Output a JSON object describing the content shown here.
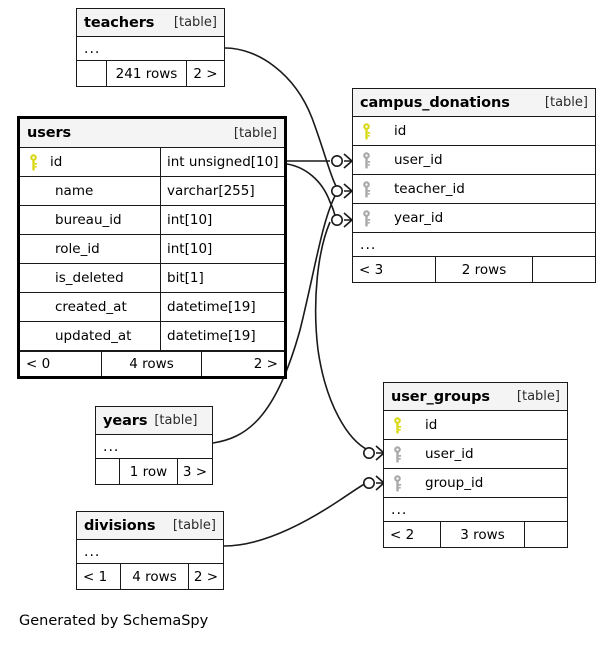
{
  "diagram": {
    "type": "entity-relationship-diagram",
    "generator_note": "Generated by SchemaSpy",
    "table_tag": "[table]",
    "ellipsis": "...",
    "key_color_primary": "#d9d919",
    "key_color_foreign": "#a9a9a9",
    "line_color": "#1a1a1a",
    "header_fill": "#f2f2f2"
  },
  "tables": [
    {
      "id": "teachers",
      "name": "teachers",
      "tag": "[table]",
      "columns": [],
      "has_ellipsis": true,
      "footer": {
        "prev": "",
        "rows": "241 rows",
        "next": "2 >"
      }
    },
    {
      "id": "users",
      "name": "users",
      "tag": "[table]",
      "columns": [
        {
          "name": "id",
          "type": "int unsigned[10]",
          "key": "primary"
        },
        {
          "name": "name",
          "type": "varchar[255]",
          "key": "none"
        },
        {
          "name": "bureau_id",
          "type": "int[10]",
          "key": "none"
        },
        {
          "name": "role_id",
          "type": "int[10]",
          "key": "none"
        },
        {
          "name": "is_deleted",
          "type": "bit[1]",
          "key": "none"
        },
        {
          "name": "created_at",
          "type": "datetime[19]",
          "key": "none"
        },
        {
          "name": "updated_at",
          "type": "datetime[19]",
          "key": "none"
        }
      ],
      "has_ellipsis": false,
      "footer": {
        "prev": "< 0",
        "rows": "4 rows",
        "next": "2 >"
      }
    },
    {
      "id": "campus_donations",
      "name": "campus_donations",
      "tag": "[table]",
      "columns": [
        {
          "name": "id",
          "type": "",
          "key": "primary"
        },
        {
          "name": "user_id",
          "type": "",
          "key": "foreign"
        },
        {
          "name": "teacher_id",
          "type": "",
          "key": "foreign"
        },
        {
          "name": "year_id",
          "type": "",
          "key": "foreign"
        }
      ],
      "has_ellipsis": true,
      "footer": {
        "prev": "< 3",
        "rows": "2 rows",
        "next": ""
      }
    },
    {
      "id": "user_groups",
      "name": "user_groups",
      "tag": "[table]",
      "columns": [
        {
          "name": "id",
          "type": "",
          "key": "primary"
        },
        {
          "name": "user_id",
          "type": "",
          "key": "foreign"
        },
        {
          "name": "group_id",
          "type": "",
          "key": "foreign"
        }
      ],
      "has_ellipsis": true,
      "footer": {
        "prev": "< 2",
        "rows": "3 rows",
        "next": ""
      }
    },
    {
      "id": "years",
      "name": "years",
      "tag": "[table]",
      "columns": [],
      "has_ellipsis": true,
      "footer": {
        "prev": "",
        "rows": "1 row",
        "next": "3 >"
      }
    },
    {
      "id": "divisions",
      "name": "divisions",
      "tag": "[table]",
      "columns": [],
      "has_ellipsis": true,
      "footer": {
        "prev": "< 1",
        "rows": "4 rows",
        "next": "2 >"
      }
    }
  ],
  "relationships": [
    {
      "from": "teachers",
      "to": "campus_donations.teacher_id",
      "cardinality": "zero-or-many"
    },
    {
      "from": "users.id",
      "to": "campus_donations.user_id",
      "cardinality": "zero-or-many"
    },
    {
      "from": "users.id",
      "to": "campus_donations.year_id",
      "cardinality": "zero-or-many"
    },
    {
      "from": "users.id",
      "to": "user_groups.user_id",
      "cardinality": "zero-or-many"
    },
    {
      "from": "years",
      "to": "user_groups.user_id",
      "cardinality": "zero-or-many"
    },
    {
      "from": "divisions",
      "to": "user_groups.group_id",
      "cardinality": "zero-or-many"
    }
  ]
}
